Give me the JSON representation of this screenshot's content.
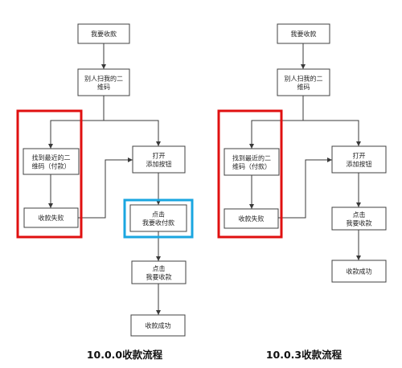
{
  "colors": {
    "highlight_red": "#e01010",
    "highlight_blue": "#1aa6e0",
    "line": "#3a3a3a"
  },
  "diagrams": [
    {
      "caption": "10.0.0收款流程",
      "nodes": {
        "start": [
          "我要收款"
        ],
        "scanned": [
          "别人扫我的二",
          "维码"
        ],
        "find_code": [
          "找到最近的二",
          "维码（付款）"
        ],
        "fail": [
          "收款失败"
        ],
        "open_add": [
          "打开",
          "添加按钮"
        ],
        "click_pay": [
          "点击",
          "我要收付款"
        ],
        "click_receive": [
          "点击",
          "我要收款"
        ],
        "success": [
          "收款成功"
        ]
      }
    },
    {
      "caption": "10.0.3收款流程",
      "nodes": {
        "start": [
          "我要收款"
        ],
        "scanned": [
          "别人扫我的二",
          "维码"
        ],
        "find_code": [
          "找到最近的二",
          "维码（付款）"
        ],
        "fail": [
          "收款失败"
        ],
        "open_add": [
          "打开",
          "添加按钮"
        ],
        "click_receive": [
          "点击",
          "我要收款"
        ],
        "success": [
          "收款成功"
        ]
      }
    }
  ]
}
